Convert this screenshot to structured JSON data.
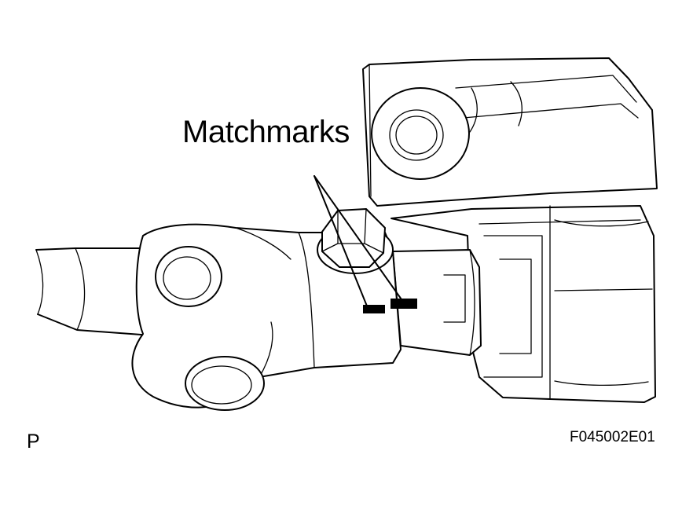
{
  "diagram": {
    "callout_label": "Matchmarks",
    "view_letter": "P",
    "figure_code": "F045002E01"
  },
  "colors": {
    "ink": "#000000",
    "background": "#ffffff"
  }
}
